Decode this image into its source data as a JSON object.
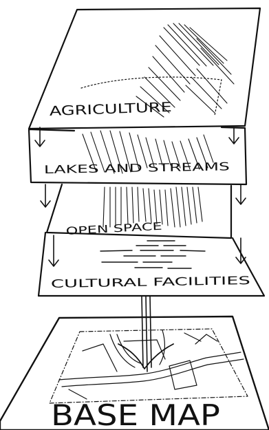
{
  "layers": [
    {
      "name": "Agriculture",
      "label": "AGRICULTURE"
    },
    {
      "name": "Lakes and Streams",
      "label": "LAKES AND STREAMS"
    },
    {
      "name": "Open Space",
      "label": "OPEN SPACE"
    },
    {
      "name": "Cultural Facilities",
      "label": "CULTURAL FACILITIES"
    }
  ],
  "base": {
    "name": "Base Map",
    "label": "BASE MAP"
  }
}
